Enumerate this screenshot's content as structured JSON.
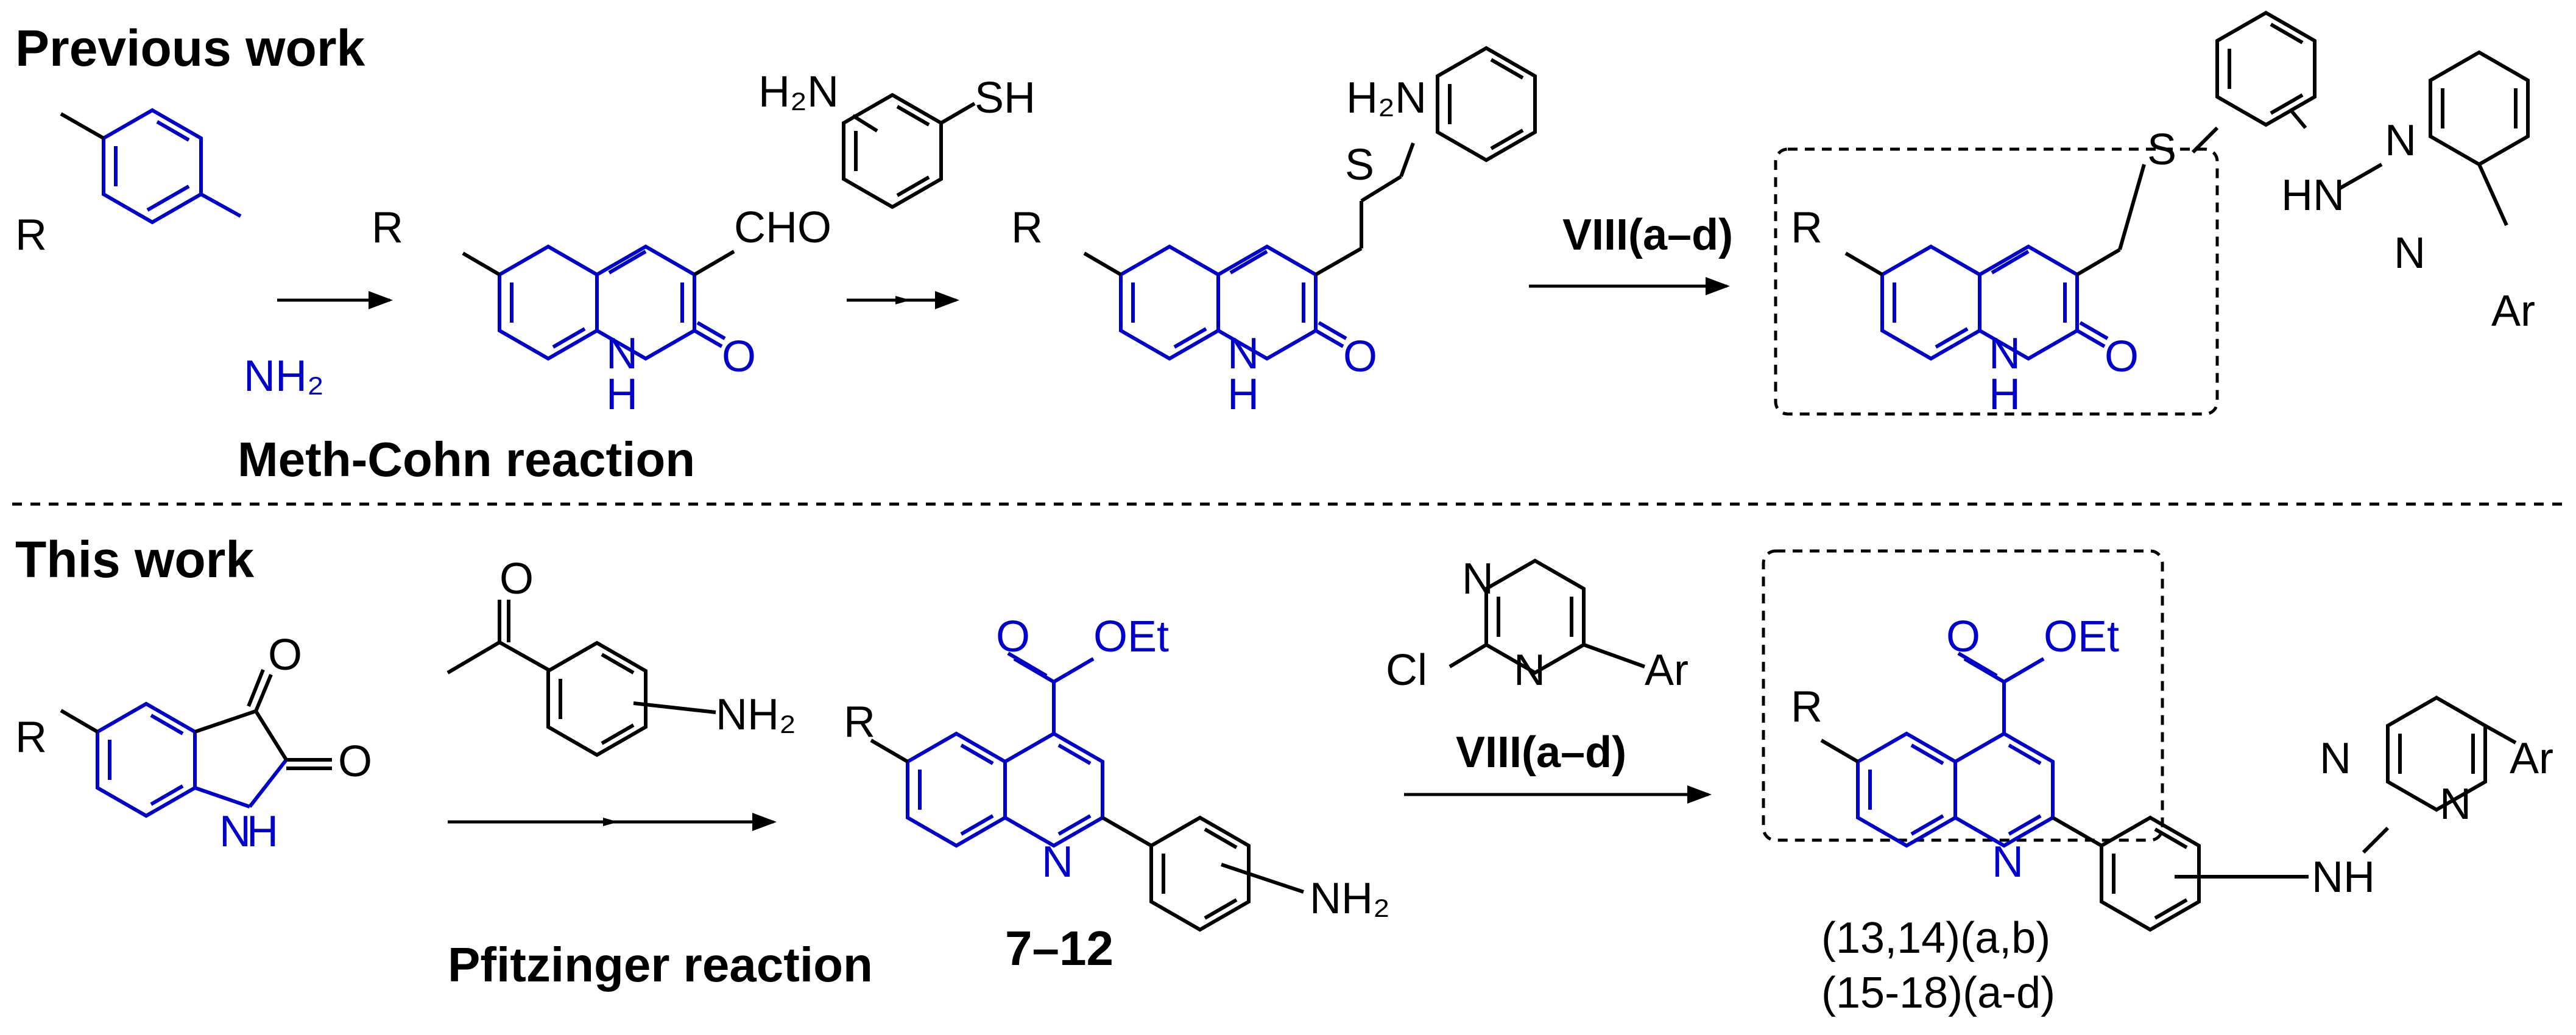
{
  "colors": {
    "scaffold": "#0000cc",
    "bonds": "#000000",
    "background": "#ffffff"
  },
  "sections": {
    "previous": {
      "heading": "Previous work",
      "reaction_name": "Meth-Cohn reaction",
      "reagent": "VIII(a–d)"
    },
    "current": {
      "heading": "This work",
      "reaction_name": "Pfitzinger reaction",
      "intermediate_label": "7–12",
      "reagent": "VIII(a–d)",
      "product_label_1": "(13,14)(a,b)",
      "product_label_2": "(15-18)(a-d)"
    }
  },
  "atoms": {
    "R": "R",
    "NH2": "NH₂",
    "H2N": "H₂N",
    "NH": "NH",
    "HN": "HN",
    "H": "H",
    "N": "N",
    "O": "O",
    "S": "S",
    "SH": "SH",
    "CHO": "CHO",
    "OEt": "OEt",
    "Ar": "Ar",
    "Cl": "Cl"
  }
}
